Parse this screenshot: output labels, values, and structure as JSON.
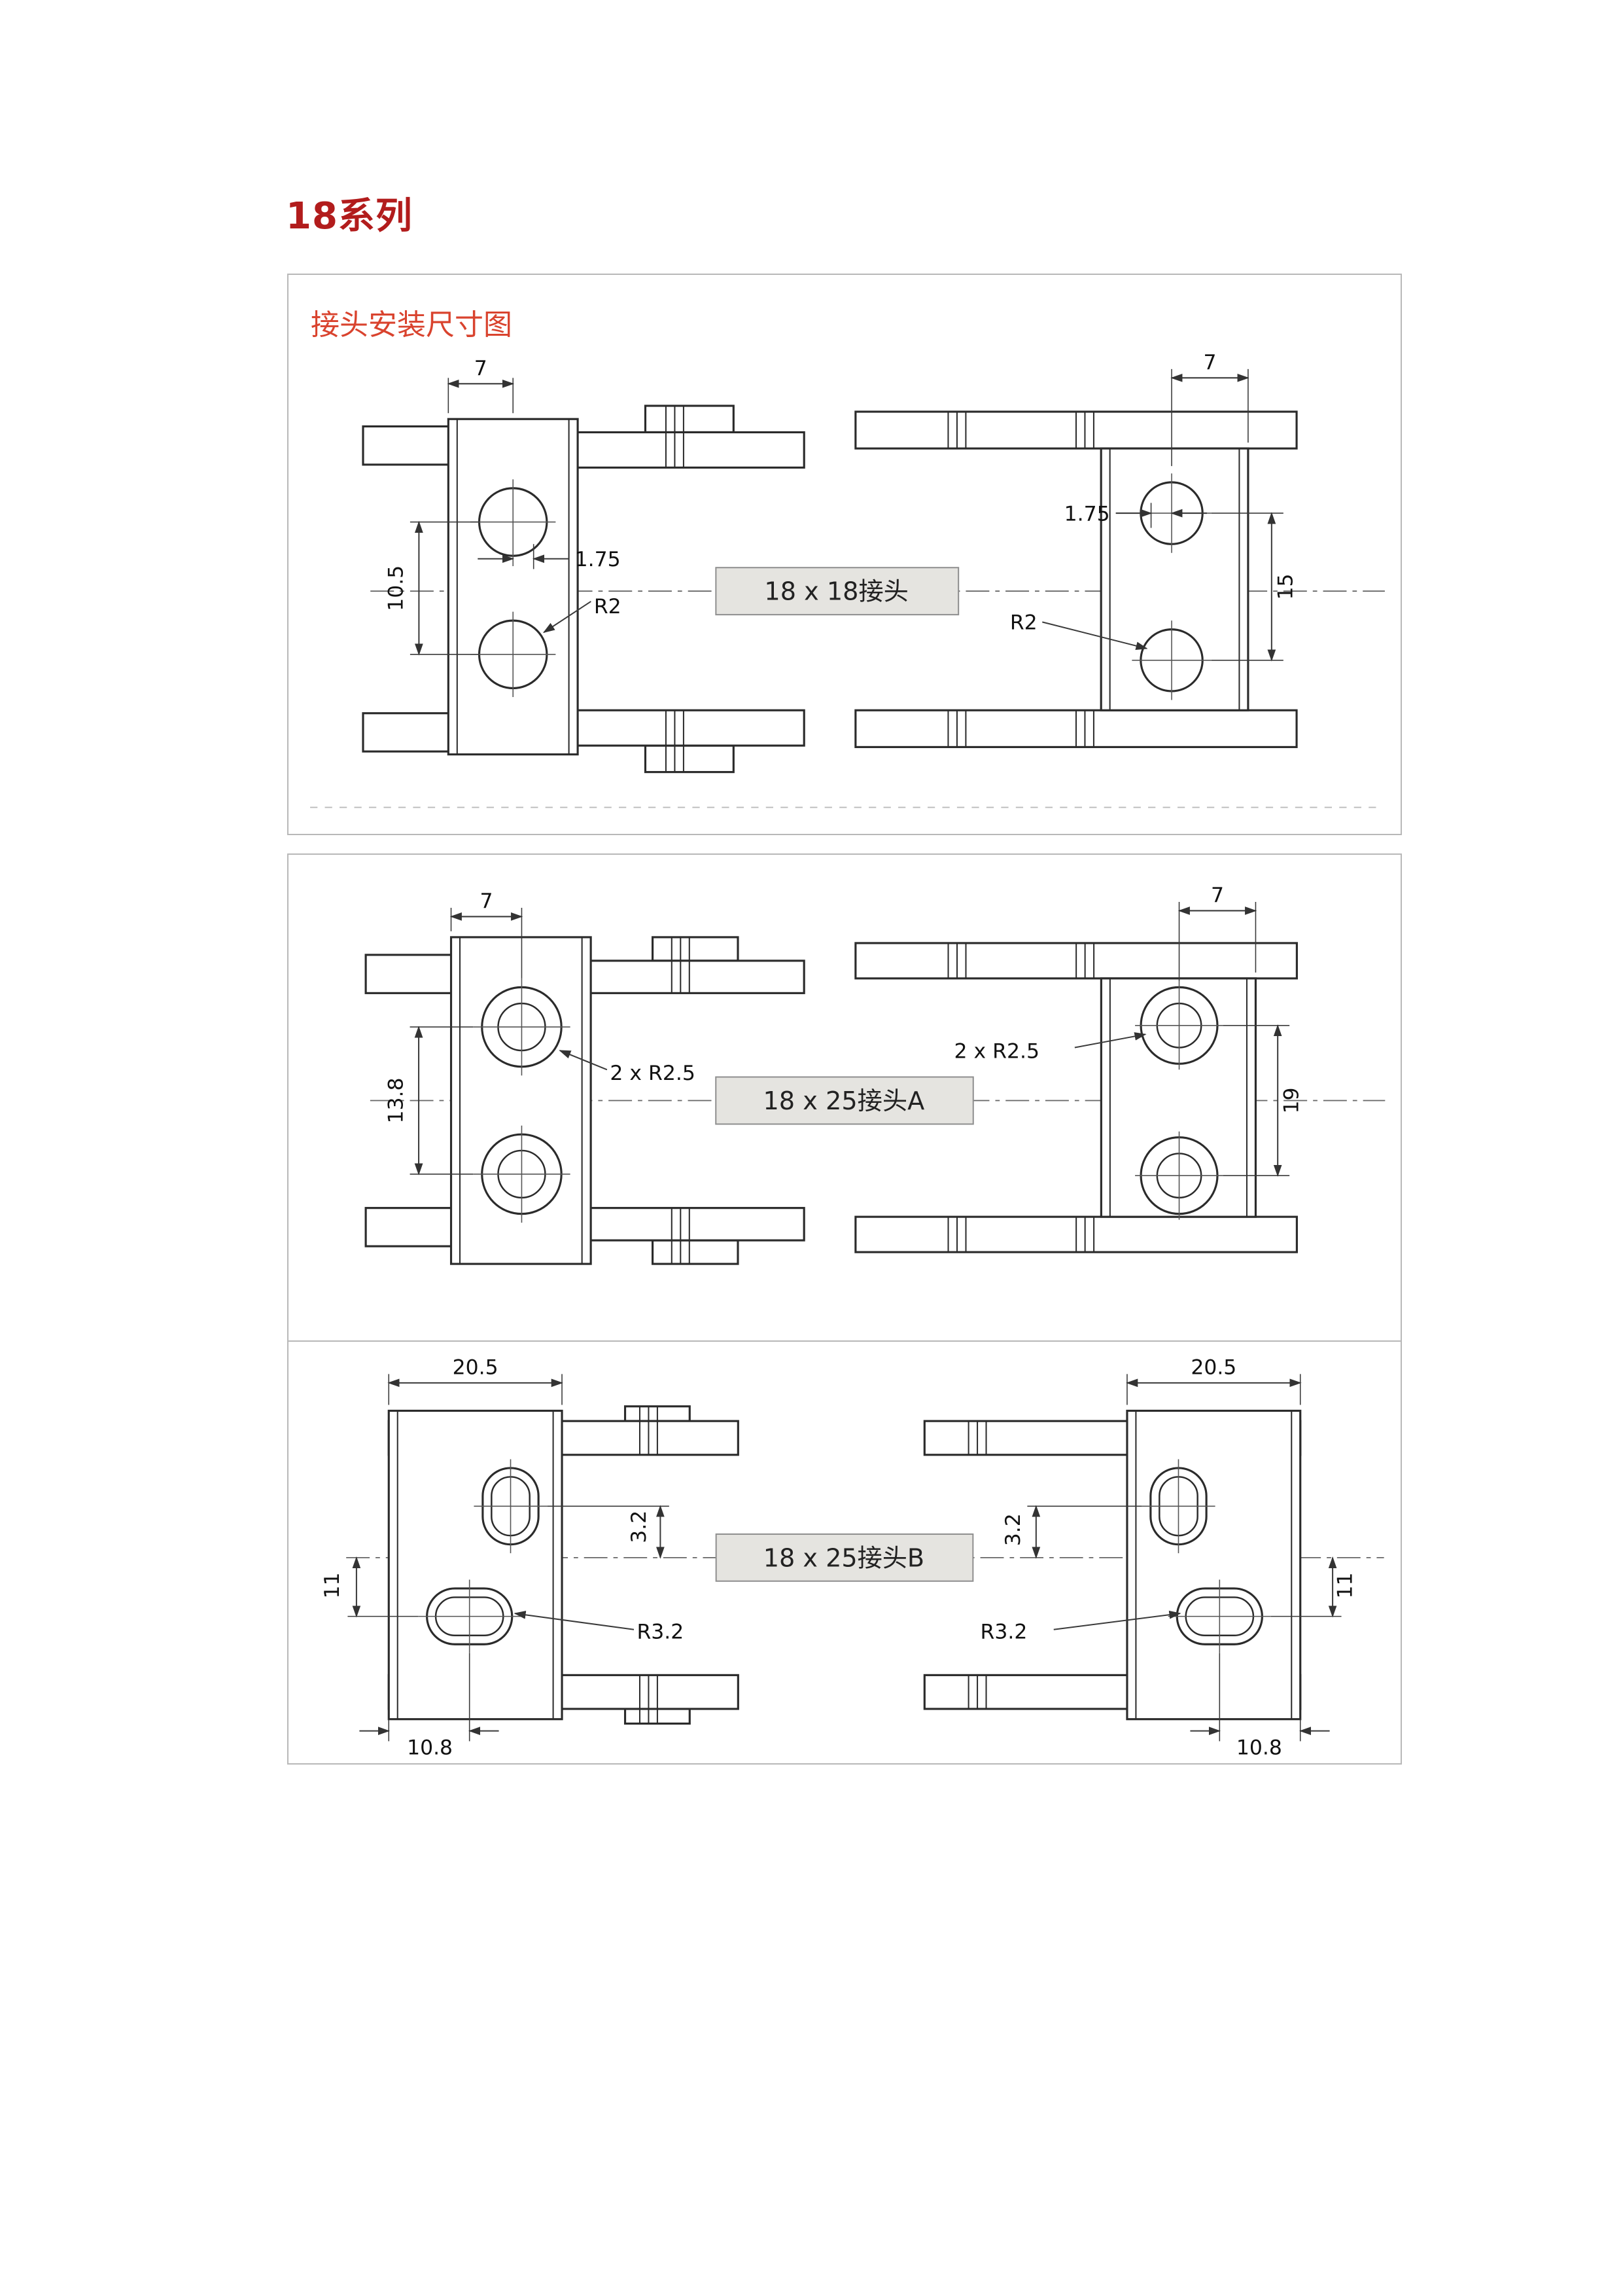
{
  "page": {
    "title": "18系列",
    "diagram_header": "接头安装尺寸图"
  },
  "colors": {
    "title_red": "#b21c1c",
    "header_red": "#d9432e",
    "label_box_fill": "#e5e4e0",
    "line_color": "#2b2b2b"
  },
  "sections": [
    {
      "label": "18 x 18接头",
      "left": {
        "dim_top": "7",
        "dim_vertical": "10.5",
        "dim_offset": "1.75",
        "dim_radius": "R2"
      },
      "right": {
        "dim_top": "7",
        "dim_offset": "1.75",
        "dim_vertical": "15",
        "dim_radius": "R2"
      }
    },
    {
      "label": "18 x 25接头A",
      "left": {
        "dim_top": "7",
        "dim_vertical": "13.8",
        "dim_radius": "2 x R2.5"
      },
      "right": {
        "dim_top": "7",
        "dim_radius": "2 x R2.5",
        "dim_vertical": "19"
      }
    },
    {
      "label": "18 x 25接头B",
      "left": {
        "dim_top": "20.5",
        "dim_slot": "3.2",
        "dim_vertical": "11",
        "dim_radius": "R3.2",
        "dim_bottom": "10.8"
      },
      "right": {
        "dim_top": "20.5",
        "dim_slot": "3.2",
        "dim_vertical": "11",
        "dim_radius": "R3.2",
        "dim_bottom": "10.8"
      }
    }
  ]
}
